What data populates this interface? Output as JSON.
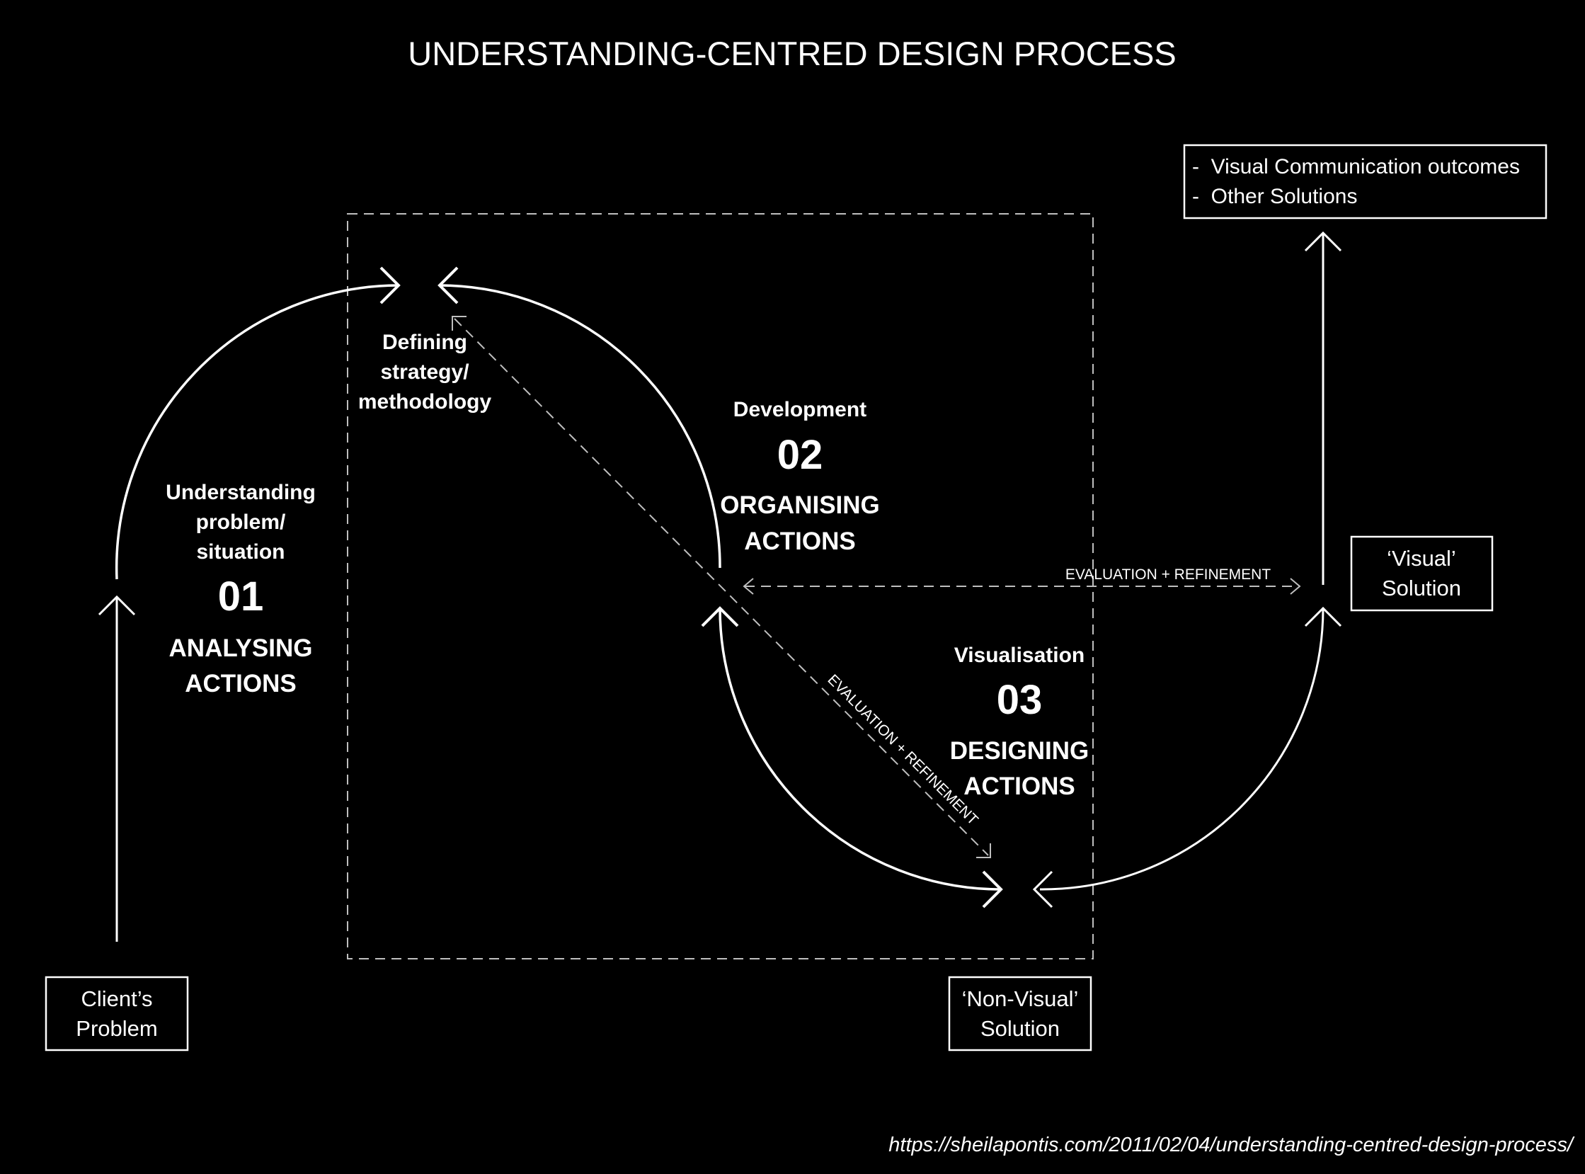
{
  "title": "UNDERSTANDING-CENTRED DESIGN PROCESS",
  "boxes": {
    "client_problem": [
      "Client’s",
      "Problem"
    ],
    "non_visual_solution": [
      "‘Non-Visual’",
      "Solution"
    ],
    "visual_solution": [
      "‘Visual’",
      "Solution"
    ],
    "outcomes": [
      "-  Visual Communication outcomes",
      "-  Other Solutions"
    ]
  },
  "stages": [
    {
      "label_lines": [
        "Understanding",
        "problem/",
        "situation"
      ],
      "number": "01",
      "action_lines": [
        "ANALYSING",
        "ACTIONS"
      ]
    },
    {
      "label_lines": [
        "Development"
      ],
      "number": "02",
      "action_lines": [
        "ORGANISING",
        "ACTIONS"
      ]
    },
    {
      "label_lines": [
        "Visualisation"
      ],
      "number": "03",
      "action_lines": [
        "DESIGNING",
        "ACTIONS"
      ]
    }
  ],
  "strategy_lines": [
    "Defining",
    "strategy/",
    "methodology"
  ],
  "evaluation_label": "EVALUATION + REFINEMENT",
  "source_url": "https://sheilapontis.com/2011/02/04/understanding-centred-design-process/",
  "colors": {
    "background": "#000000",
    "foreground": "#ffffff",
    "dashed": "#bfbfbf"
  }
}
